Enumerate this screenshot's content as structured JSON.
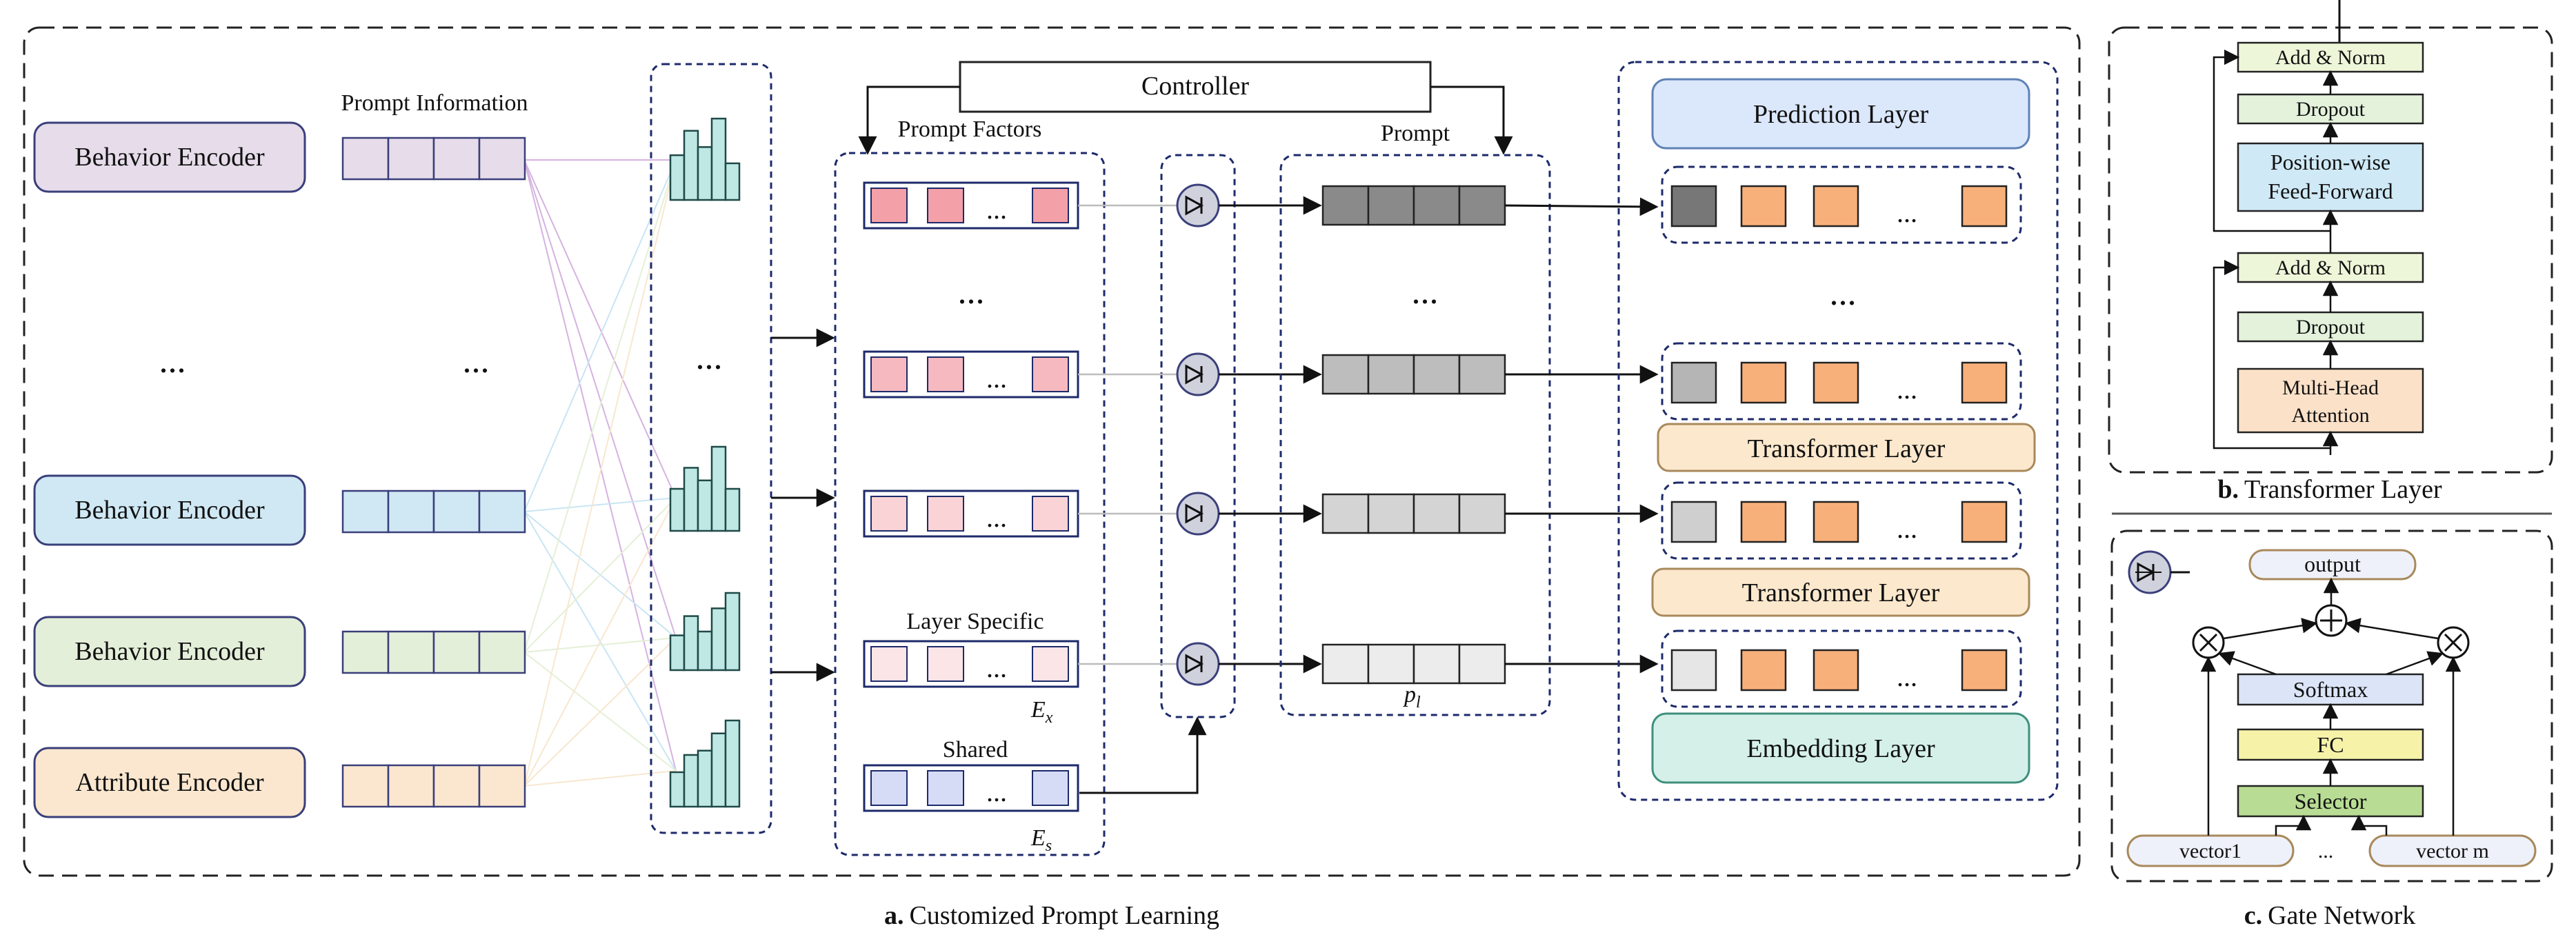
{
  "panel_a": {
    "caption_letter": "a.",
    "caption_text": "Customized Prompt Learning",
    "encoders": [
      {
        "label": "Behavior Encoder",
        "fill": "#e6dcea",
        "stroke": "#3a3f7a"
      },
      {
        "label": "Behavior Encoder",
        "fill": "#cfe8f4",
        "stroke": "#3a3f7a"
      },
      {
        "label": "Behavior Encoder",
        "fill": "#e4efd9",
        "stroke": "#3a3f7a"
      },
      {
        "label": "Attribute Encoder",
        "fill": "#fbe7cf",
        "stroke": "#3a3f7a"
      }
    ],
    "encoder_ellipsis": "...",
    "prompt_info_title": "Prompt Information",
    "prompt_info_ellipsis": "...",
    "hist_ellipsis": "...",
    "controller_label": "Controller",
    "prompt_factors_title": "Prompt Factors",
    "factor_ellipsis": "...",
    "cell_ellipsis": "...",
    "layer_specific_label": "Layer Specific",
    "layer_specific_math": "E",
    "layer_specific_sub": "x",
    "shared_label": "Shared",
    "shared_math": "E",
    "shared_sub": "s",
    "prompt_title": "Prompt",
    "prompt_ellipsis": "...",
    "prompt_math": "p",
    "prompt_sub": "l",
    "prediction_layer": "Prediction Layer",
    "transformer_layer": "Transformer Layer",
    "embedding_layer": "Embedding Layer",
    "stack_ellipsis": "...",
    "colors": {
      "factor_shades": [
        "#f3a0a8",
        "#f6b9bf",
        "#fad3d6",
        "#fce5e7"
      ],
      "shared_fill": "#d6dcf6",
      "prompt_shades": [
        "#8a8a8a",
        "#bdbdbd",
        "#d4d4d4",
        "#ececec"
      ],
      "token_orange": "#f8b07a",
      "hist_fill": "#bfe8e4"
    }
  },
  "panel_b": {
    "caption_letter": "b.",
    "caption_text": "Transformer Layer",
    "add_norm": "Add & Norm",
    "dropout": "Dropout",
    "ffn_line1": "Position-wise",
    "ffn_line2": "Feed-Forward",
    "mha_line1": "Multi-Head",
    "mha_line2": "Attention"
  },
  "panel_c": {
    "caption_letter": "c.",
    "caption_text": "Gate Network",
    "output": "output",
    "softmax": "Softmax",
    "fc": "FC",
    "selector": "Selector",
    "vector1": "vector1",
    "vector_ellipsis": "...",
    "vector_m": "vector m"
  }
}
